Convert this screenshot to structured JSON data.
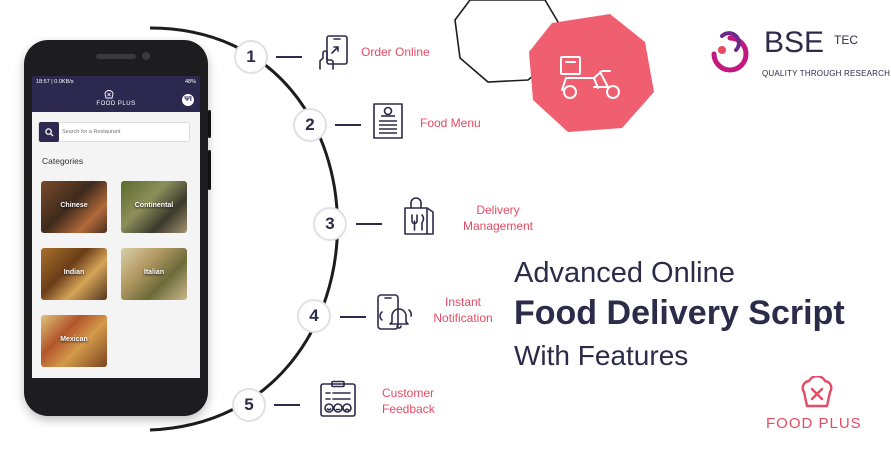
{
  "brand": {
    "name": "BSE",
    "suffix": "TEC",
    "tagline": "QUALITY THROUGH RESEARCH"
  },
  "headline": {
    "line1": "Advanced Online",
    "line2": "Food Delivery Script",
    "line3": "With Features"
  },
  "product_logo": {
    "name": "FOOD PLUS"
  },
  "steps": [
    {
      "number": "1",
      "label_line1": "Order Online",
      "label_line2": "",
      "icon": "tablet-touch-icon"
    },
    {
      "number": "2",
      "label_line1": "Food Menu",
      "label_line2": "",
      "icon": "menu-card-icon"
    },
    {
      "number": "3",
      "label_line1": "Delivery",
      "label_line2": "Management",
      "icon": "shopping-bag-cutlery-icon"
    },
    {
      "number": "4",
      "label_line1": "Instant",
      "label_line2": "Notification",
      "icon": "phone-bell-icon"
    },
    {
      "number": "5",
      "label_line1": "Customer",
      "label_line2": "Feedback",
      "icon": "feedback-board-icon"
    }
  ],
  "phone": {
    "status_left": "18:57 | 0.0KB/s",
    "status_right": "48%",
    "app_name": "FOOD PLUS",
    "search_placeholder": "Search for a Restaurant",
    "categories_title": "Categories",
    "categories": [
      {
        "label": "Chinese"
      },
      {
        "label": "Continental"
      },
      {
        "label": "Indian"
      },
      {
        "label": "Italian"
      },
      {
        "label": "Mexican"
      }
    ]
  },
  "colors": {
    "accent": "#e64b63",
    "navy": "#2b2b4a",
    "app_bar": "#2c2850",
    "coral_shape": "#ef5f6f"
  }
}
